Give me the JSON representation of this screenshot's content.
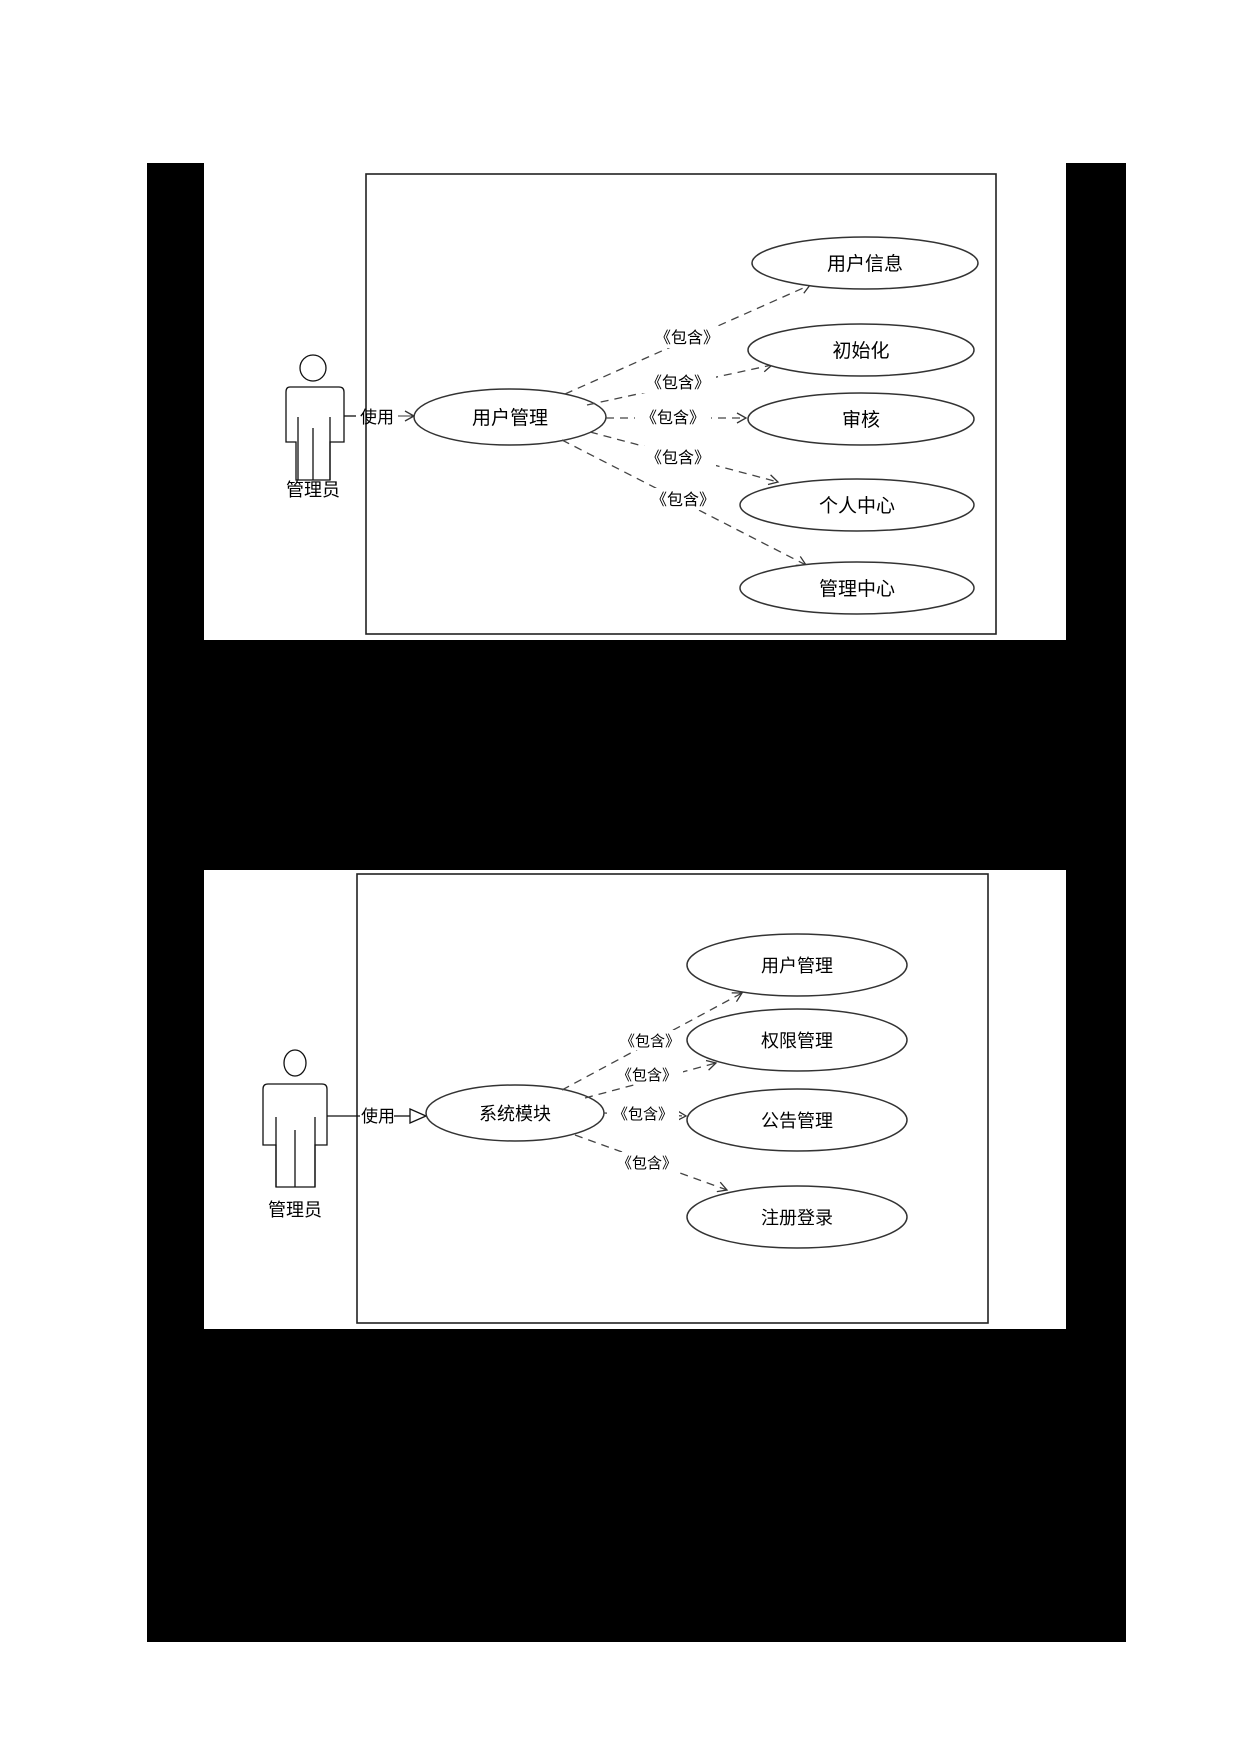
{
  "diagrams": [
    {
      "actor": {
        "label": "管理员"
      },
      "association_label": "使用",
      "main_use_case": "用户管理",
      "include_label": "《包含》",
      "included_use_cases": [
        "用户信息",
        "初始化",
        "审核",
        "个人中心",
        "管理中心"
      ]
    },
    {
      "actor": {
        "label": "管理员"
      },
      "association_label": "使用",
      "main_use_case": "系统模块",
      "include_label": "《包含》",
      "included_use_cases": [
        "用户管理",
        "权限管理",
        "公告管理",
        "注册登录"
      ]
    }
  ],
  "colors": {
    "frame": "#000000",
    "panel": "#ffffff",
    "line": "#222222",
    "dash": "#444444",
    "stereotype_bracket": "#9a9a9a"
  }
}
